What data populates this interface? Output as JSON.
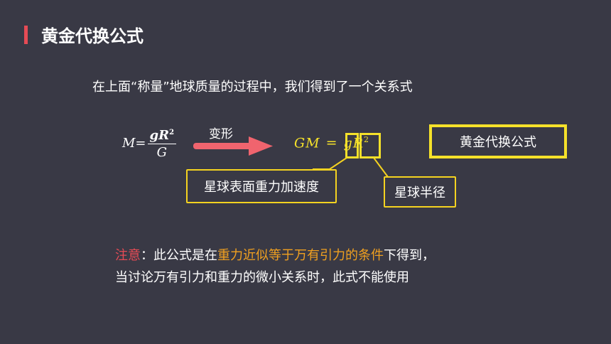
{
  "slide": {
    "title": "黄金代换公式",
    "intro": "在上面“称量”地球质量的过程中，我们得到了一个关系式",
    "formula_left": {
      "lhs": "M=",
      "numerator": "gR",
      "numerator_exp": "2",
      "denominator": "G"
    },
    "arrow_label": "变形",
    "formula_right": {
      "lhs": "GM",
      "eq": "=",
      "g": "g",
      "r": "R",
      "r_exp": "2"
    },
    "golden_label": "黄金代换公式",
    "callout_g": "星球表面重力加速度",
    "callout_r": "星球半径",
    "note": {
      "prefix": "注意",
      "colon_text": "：此公式是在",
      "condition": "重力近似等于万有引力的条件",
      "suffix": "下得到，",
      "line2": "当讨论万有引力和重力的微小关系时，此式不能使用"
    },
    "colors": {
      "background": "#393945",
      "accent_red": "#e64b55",
      "highlight_yellow": "#f5e12a",
      "condition_orange": "#f0a020",
      "arrow": "#f0646e"
    }
  }
}
